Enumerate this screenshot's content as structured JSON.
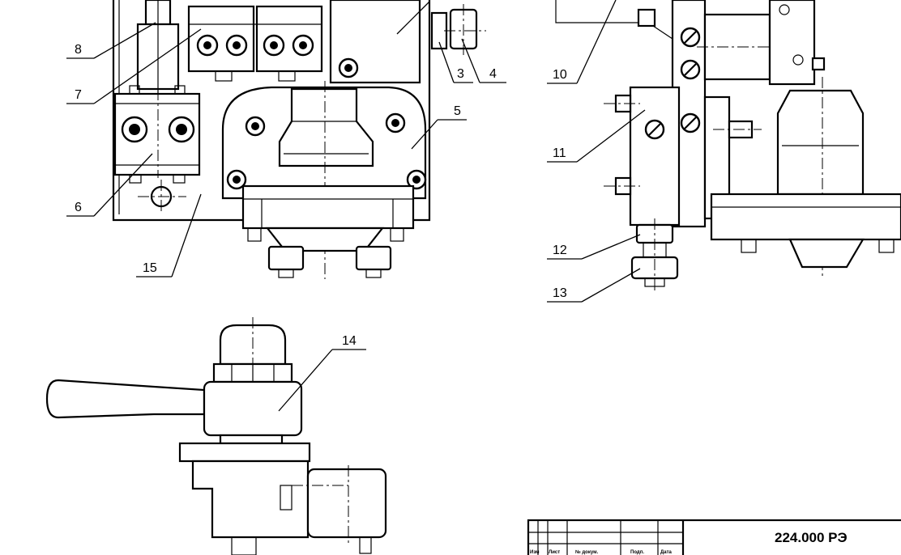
{
  "callouts": {
    "c3": "3",
    "c4": "4",
    "c5": "5",
    "c6": "6",
    "c7": "7",
    "c8": "8",
    "c10": "10",
    "c11": "11",
    "c12": "12",
    "c13": "13",
    "c14": "14",
    "c15": "15"
  },
  "title_block": {
    "document_code": "224.000 РЭ",
    "columns": [
      "Изм",
      "Лист",
      "№ докум.",
      "Подп.",
      "Дата"
    ]
  }
}
